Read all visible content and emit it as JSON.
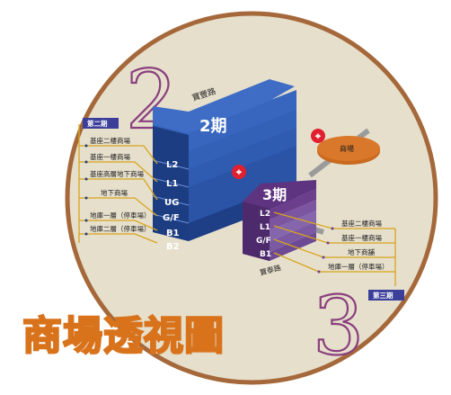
{
  "diagram": {
    "title": "商場透視圖",
    "phase2": {
      "big_number": "2",
      "label": "2期",
      "tag": "第二期",
      "street": "寶豐路",
      "floors": [
        "L2",
        "L1",
        "UG",
        "G/F",
        "B1",
        "B2"
      ],
      "callouts": [
        "基座二樓商場",
        "基座一樓商場",
        "基座高層地下商場",
        "地下商場",
        "地庫一層（停車場）",
        "地庫二層（停車場）"
      ]
    },
    "phase3": {
      "big_number": "3",
      "label": "3期",
      "tag": "第三期",
      "street": "寶泰路",
      "floors": [
        "L2",
        "L1",
        "G/F",
        "B1"
      ],
      "callouts": [
        "基座二樓商場",
        "基座一樓商場",
        "地下商舖",
        "地庫一層（停車場）"
      ]
    },
    "mall_pad_label": "商場",
    "colors": {
      "circle_fill": "#e6dfcc",
      "circle_border": "#a5683a",
      "phase2_blue": "#2b54a6",
      "phase3_purple": "#6b3f8b",
      "callout_line": "#d8a51c",
      "title_orange": "#d8731c",
      "mtr_red": "#e0202e"
    },
    "icons": [
      "mtr-logo-icon",
      "mtr-logo-icon"
    ]
  }
}
